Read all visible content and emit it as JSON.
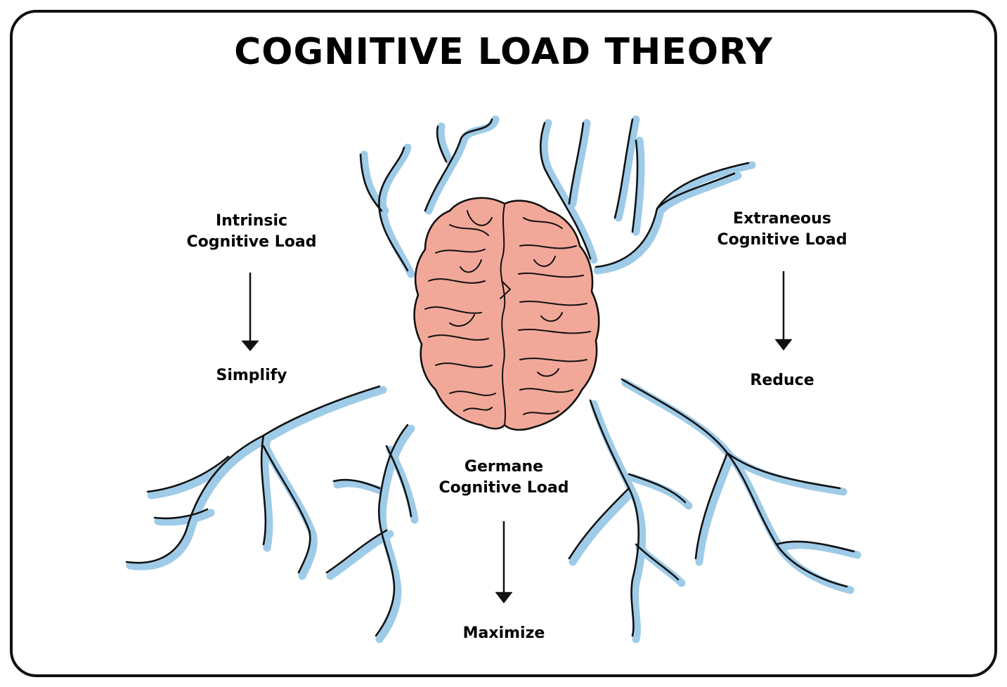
{
  "title": "COGNITIVE LOAD THEORY",
  "loads": [
    {
      "line1": "Intrinsic",
      "line2": "Cognitive Load",
      "action": "Simplify"
    },
    {
      "line1": "Extraneous",
      "line2": "Cognitive Load",
      "action": "Reduce"
    },
    {
      "line1": "Germane",
      "line2": "Cognitive Load",
      "action": "Maximize"
    }
  ],
  "colors": {
    "brain": "#f2a899",
    "nerve": "#9ecbe8",
    "ink": "#111111"
  },
  "icons": [
    "brain-icon",
    "nerve-branches",
    "down-arrow-icon"
  ]
}
